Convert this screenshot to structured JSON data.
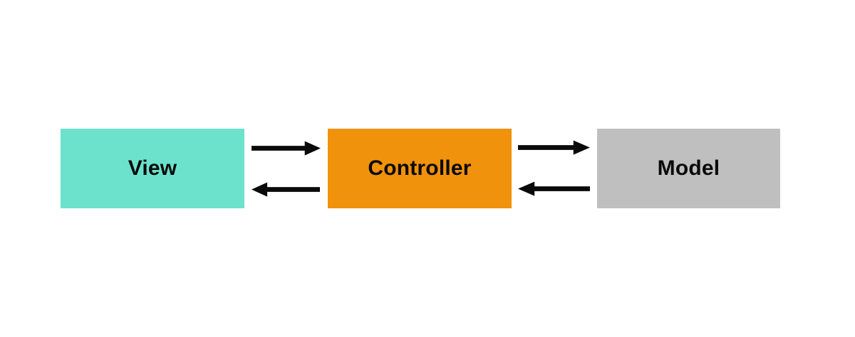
{
  "diagram": {
    "background": "#ffffff",
    "arrow_color": "#0a0a0a",
    "nodes": [
      {
        "id": "view",
        "label": "View",
        "fill": "#6ce2cd",
        "text_color": "#0a0a0a"
      },
      {
        "id": "controller",
        "label": "Controller",
        "fill": "#f0920b",
        "text_color": "#0a0a0a"
      },
      {
        "id": "model",
        "label": "Model",
        "fill": "#bfbfbf",
        "text_color": "#0a0a0a"
      }
    ],
    "edges": [
      {
        "from": "View",
        "to": "Controller",
        "icon": "arrow-right-icon"
      },
      {
        "from": "Controller",
        "to": "View",
        "icon": "arrow-left-icon"
      },
      {
        "from": "Controller",
        "to": "Model",
        "icon": "arrow-right-icon"
      },
      {
        "from": "Model",
        "to": "Controller",
        "icon": "arrow-left-icon"
      }
    ]
  }
}
